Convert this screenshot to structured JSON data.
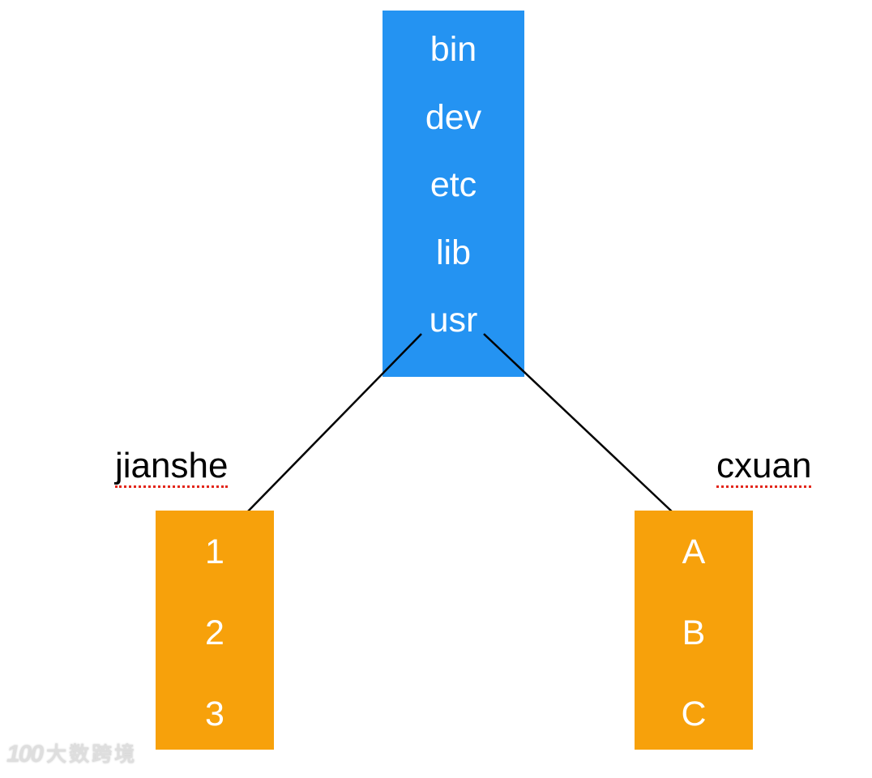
{
  "diagram": {
    "root_box": {
      "entries": [
        "bin",
        "dev",
        "etc",
        "lib",
        "usr"
      ]
    },
    "left_group": {
      "label": "jianshe",
      "entries": [
        "1",
        "2",
        "3"
      ]
    },
    "right_group": {
      "label": "cxuan",
      "entries": [
        "A",
        "B",
        "C"
      ]
    },
    "colors": {
      "root_fill": "#2493F2",
      "child_fill": "#F7A10B",
      "box_text": "#FFFFFF",
      "label_text": "#000000",
      "label_underline": "#E3261A",
      "connector": "#000000"
    }
  },
  "watermark": {
    "logo_text": "100",
    "brand_text": "大数跨境"
  }
}
